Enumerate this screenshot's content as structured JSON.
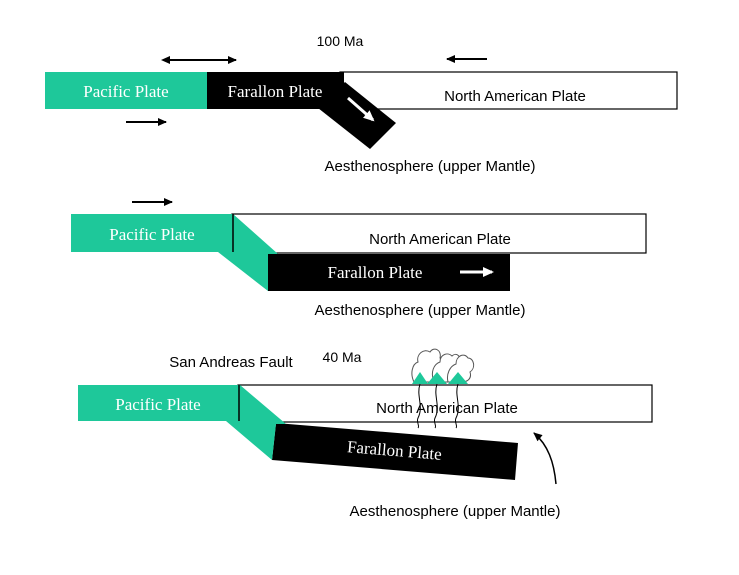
{
  "colors": {
    "pacific": "#1ec89a",
    "farallon": "#000000",
    "north_american_fill": "#ffffff",
    "outline": "#000000",
    "label_light": "#ffffff",
    "label_dark": "#000000",
    "volcano_cloud": "#ffffff"
  },
  "icons": {
    "arrow": "arrow-icon",
    "volcano": "volcano-icon",
    "magma": "magma-line-icon",
    "eruption": "eruption-cloud-icon"
  },
  "stages": [
    {
      "time_label": "100 Ma",
      "pacific_label": "Pacific Plate",
      "farallon_label": "Farallon Plate",
      "north_american_label": "North American Plate",
      "mantle_label": "Aesthenosphere (upper Mantle)"
    },
    {
      "pacific_label": "Pacific Plate",
      "farallon_label": "Farallon Plate",
      "north_american_label": "North American Plate",
      "mantle_label": "Aesthenosphere (upper Mantle)"
    },
    {
      "time_label": "40 Ma",
      "fault_label": "San Andreas Fault",
      "pacific_label": "Pacific Plate",
      "farallon_label": "Farallon Plate",
      "north_american_label": "North American Plate",
      "mantle_label": "Aesthenosphere (upper Mantle)"
    }
  ]
}
